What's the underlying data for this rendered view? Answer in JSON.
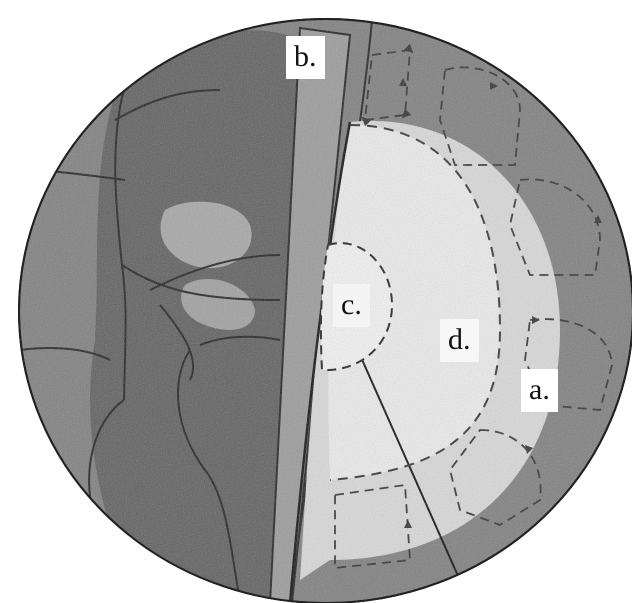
{
  "labels": {
    "a": "a.",
    "b": "b.",
    "c": "c.",
    "d": "d."
  },
  "colors": {
    "background": "#ffffff",
    "crust_shading": "#8c8c8c",
    "mantle_shading": "#b8b8b8",
    "outer_core_shading": "#e2e2e2",
    "inner_core_shading": "#efefef",
    "line": "#2a2a2a"
  }
}
